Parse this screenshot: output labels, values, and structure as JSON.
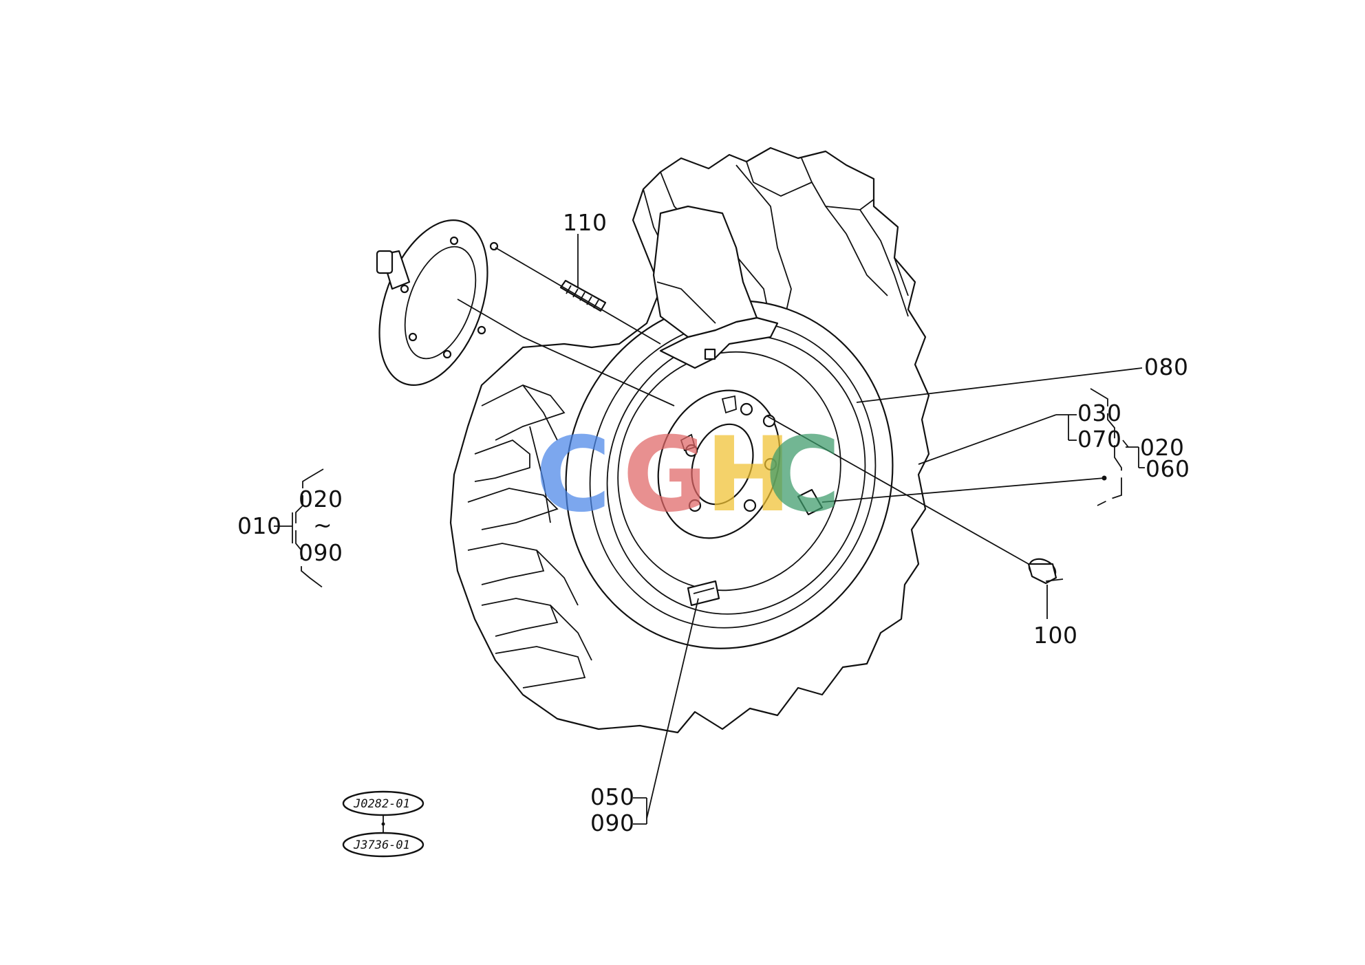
{
  "labels": {
    "p110": "110",
    "p080": "080",
    "p030": "030",
    "p070": "070",
    "p020_right": "020",
    "p060": "060",
    "p100": "100",
    "p050": "050",
    "p090_bottom": "090",
    "p010": "010",
    "p020_left": "020",
    "p_tilde": "~",
    "p090_left": "090"
  },
  "refs": {
    "ref1": "J0282-01",
    "ref2": "J3736-01"
  },
  "watermark": {
    "letters": [
      "C",
      "G",
      "H",
      "C"
    ],
    "colors": [
      "#4a86e8",
      "#e06666",
      "#f1c232",
      "#3c9b6a"
    ]
  }
}
